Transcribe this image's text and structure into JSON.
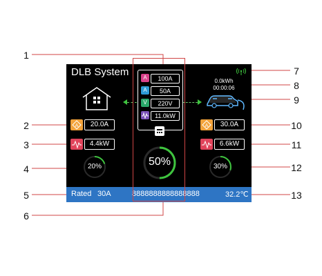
{
  "callout_numbers": [
    "1",
    "2",
    "3",
    "4",
    "5",
    "6",
    "7",
    "8",
    "9",
    "10",
    "11",
    "12",
    "13"
  ],
  "screen": {
    "title": "DLB System",
    "meter": {
      "rows": [
        {
          "icon": "A",
          "value": "100A",
          "color": "#d9418a"
        },
        {
          "icon": "A",
          "value": "50A",
          "color": "#2e9bd6"
        },
        {
          "icon": "V",
          "value": "220V",
          "color": "#2aa86a"
        },
        {
          "icon": "power-wave-icon",
          "value": "11.0kW",
          "color": "#7b52b8"
        }
      ]
    },
    "energy_kwh": "0.0kWh",
    "elapsed": "00:00:06",
    "left": {
      "current": "20.0A",
      "power": "4.4kW",
      "gauge_label": "20%",
      "gauge_level": 0.2
    },
    "right": {
      "current": "30.0A",
      "power": "6.6kW",
      "gauge_label": "30%",
      "gauge_level": 0.3
    },
    "center_gauge": {
      "label": "50%",
      "level": 0.5
    },
    "status_bar": {
      "rated_label": "Rated",
      "rated_value": "30A",
      "serial": "8888888888888888",
      "temperature": "32.2℃"
    }
  },
  "colors": {
    "current_icon": "#f2a23a",
    "power_icon": "#e0435a",
    "gauge_green": "#3ec43e",
    "status_bar": "#2e75c4",
    "callout_line": "#d04545"
  }
}
